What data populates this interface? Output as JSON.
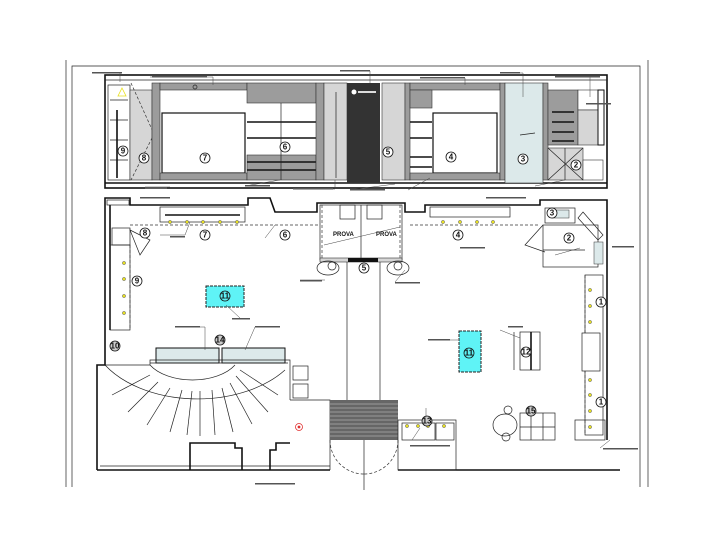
{
  "drawing": {
    "elevation_labels": [
      "9",
      "8",
      "7",
      "6",
      "5",
      "4",
      "3",
      "2"
    ],
    "plan_labels": [
      "8",
      "7",
      "6",
      "9",
      "11",
      "10",
      "14",
      "5",
      "4",
      "3",
      "2",
      "1",
      "1",
      "11",
      "12",
      "13",
      "15"
    ],
    "room_labels": [
      "PROVA",
      "PROVA"
    ],
    "colors": {
      "display_table": "#5ff3f6",
      "glass": "#dce9ea",
      "dark_panel": "#333333",
      "wall_gray": "#9c9c9c",
      "light_fixture": "#e8e020",
      "fire_symbol": "#e03030"
    }
  }
}
